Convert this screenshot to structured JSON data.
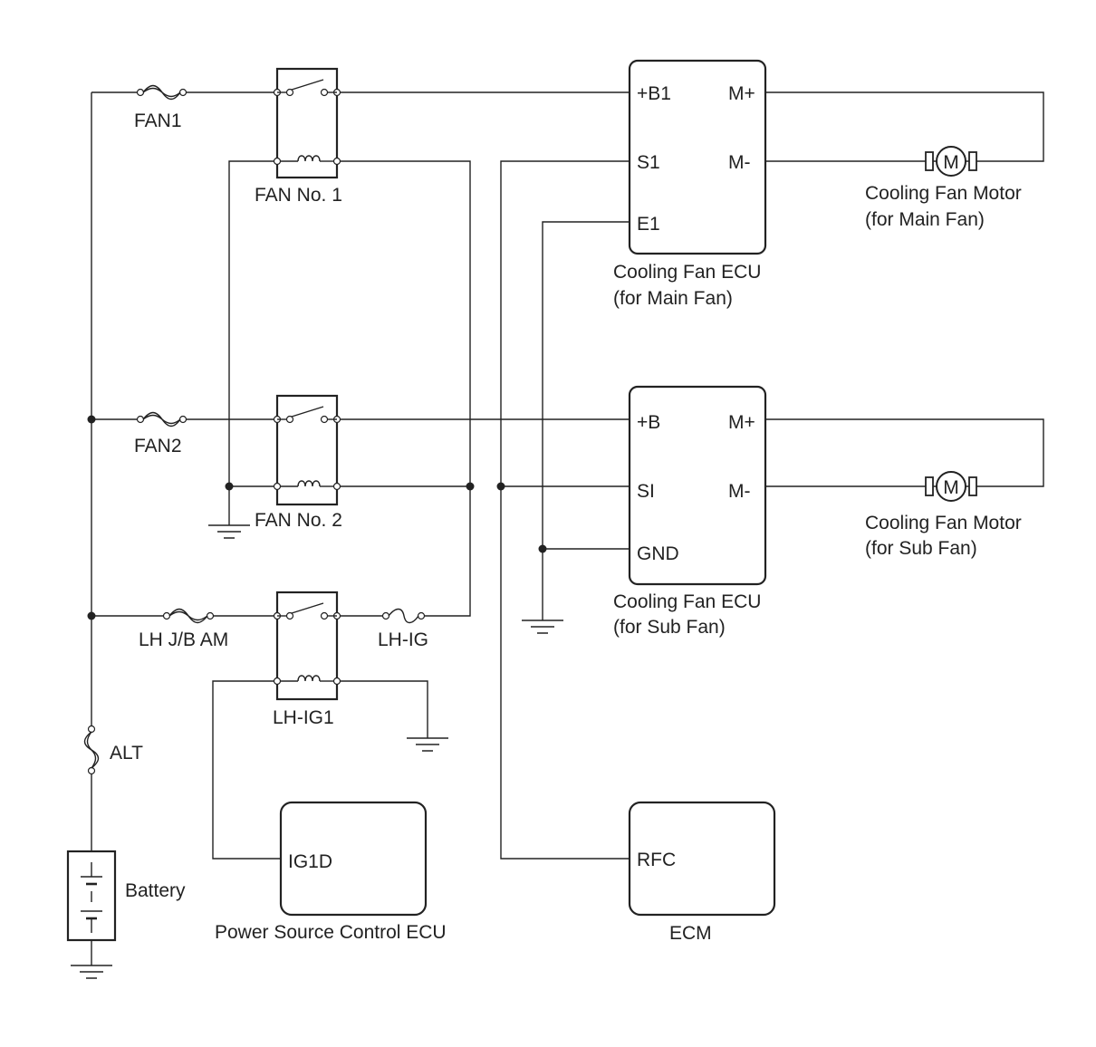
{
  "fuses": {
    "fan1": "FAN1",
    "fan2": "FAN2",
    "lh_jb_am": "LH J/B AM",
    "lh_ig": "LH-IG",
    "alt": "ALT"
  },
  "relays": {
    "fan_no1": "FAN No. 1",
    "fan_no2": "FAN No. 2",
    "lh_ig1": "LH-IG1"
  },
  "main_ecu": {
    "pin_b1": "+B1",
    "pin_s1": "S1",
    "pin_e1": "E1",
    "pin_mplus": "M+",
    "pin_mminus": "M-",
    "label_line1": "Cooling Fan ECU",
    "label_line2": "(for Main Fan)"
  },
  "sub_ecu": {
    "pin_b": "+B",
    "pin_si": "SI",
    "pin_gnd": "GND",
    "pin_mplus": "M+",
    "pin_mminus": "M-",
    "label_line1": "Cooling Fan ECU",
    "label_line2": "(for Sub Fan)"
  },
  "main_motor": {
    "symbol": "M",
    "label_line1": "Cooling Fan Motor",
    "label_line2": "(for Main Fan)"
  },
  "sub_motor": {
    "symbol": "M",
    "label_line1": "Cooling Fan Motor",
    "label_line2": "(for Sub Fan)"
  },
  "battery": {
    "label": "Battery"
  },
  "power_ecu": {
    "pin": "IG1D",
    "label": "Power Source Control ECU"
  },
  "ecm": {
    "pin": "RFC",
    "label": "ECM"
  }
}
